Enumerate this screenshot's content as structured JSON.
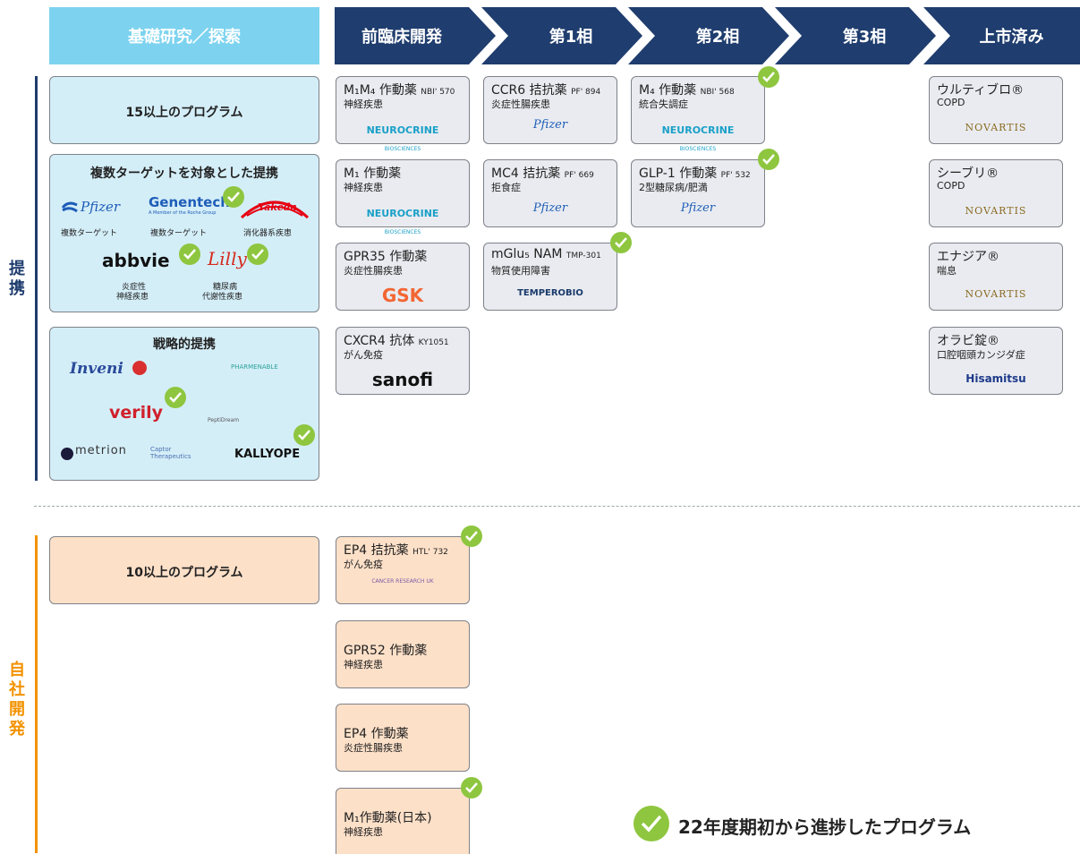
{
  "colors": {
    "navy": "#1f3d6e",
    "light_blue": "#7dd3ef",
    "box_blue": "#d4eef8",
    "box_orange": "#fde0c8",
    "box_grey": "#e9ebf0",
    "check_green": "#8ec63f",
    "orange": "#f39200"
  },
  "header": {
    "basic": "基礎研究／探索",
    "stages": [
      "前臨床開発",
      "第1相",
      "第2相",
      "第3相",
      "上市済み"
    ]
  },
  "side": {
    "partner": "提携",
    "inhouse": "自社開発"
  },
  "partner_boxes": {
    "programs": "15以上のプログラム",
    "multi_title": "複数ターゲットを対象とした提携",
    "multi_logos": {
      "pfizer": "Pfizer",
      "genentech": "Genentech",
      "genentech_sub": "A Member of the Roche Group",
      "takeda": "Takeda",
      "abbvie": "abbvie",
      "lilly": "Lilly"
    },
    "multi_labels": {
      "pfizer": "複数ターゲット",
      "genentech": "複数ターゲット",
      "takeda": "消化器系疾患",
      "abbvie_1": "炎症性",
      "abbvie_2": "神経疾患",
      "lilly_1": "糖尿病",
      "lilly_2": "代謝性疾患"
    },
    "strategic_title": "戦略的提携",
    "strategic_logos": {
      "inveni": "Inveni",
      "pharmenable": "PHARMENABLE",
      "verily": "verily",
      "peptidream": "PeptiDream",
      "metrion": "metrion",
      "captor": "Captor Therapeutics",
      "kallyope": "KALLYOPE"
    }
  },
  "preclinical": [
    {
      "drug": "M₁M₄ 作動薬",
      "code": "NBI' 570",
      "ind": "神経疾患",
      "logo": "NEUROCRINE",
      "logo_sub": "BIOSCIENCES"
    },
    {
      "drug": "M₁ 作動薬",
      "code": "",
      "ind": "神経疾患",
      "logo": "NEUROCRINE",
      "logo_sub": "BIOSCIENCES"
    },
    {
      "drug": "GPR35 作動薬",
      "code": "",
      "ind": "炎症性腸疾患",
      "logo": "GSK"
    },
    {
      "drug": "CXCR4 抗体",
      "code": "KY1051",
      "ind": "がん免疫",
      "logo": "sanofi"
    }
  ],
  "phase1": [
    {
      "drug": "CCR6 拮抗薬",
      "code": "PF' 894",
      "ind": "炎症性腸疾患",
      "logo": "Pfizer"
    },
    {
      "drug": "MC4 拮抗薬",
      "code": "PF' 669",
      "ind": "拒食症",
      "logo": "Pfizer"
    },
    {
      "drug": "mGlu₅ NAM",
      "code": "TMP-301",
      "ind": "物質使用障害",
      "logo": "TEMPEROBIO"
    }
  ],
  "phase2": [
    {
      "drug": "M₄ 作動薬",
      "code": "NBI' 568",
      "ind": "統合失調症",
      "logo": "NEUROCRINE",
      "logo_sub": "BIOSCIENCES"
    },
    {
      "drug": "GLP-1 作動薬",
      "code": "PF' 532",
      "ind": "2型糖尿病/肥満",
      "logo": "Pfizer"
    }
  ],
  "marketed": [
    {
      "drug": "ウルティブロ®",
      "ind": "COPD",
      "logo": "NOVARTIS"
    },
    {
      "drug": "シーブリ®",
      "ind": "COPD",
      "logo": "NOVARTIS"
    },
    {
      "drug": "エナジア®",
      "ind": "喘息",
      "logo": "NOVARTIS"
    },
    {
      "drug": "オラビ錠®",
      "ind": "口腔咽頭カンジダ症",
      "logo": "Hisamitsu"
    }
  ],
  "inhouse": {
    "programs": "10以上のプログラム",
    "items": [
      {
        "drug": "EP4 拮抗薬",
        "code": "HTL' 732",
        "ind": "がん免疫",
        "logo": "CANCER RESEARCH UK"
      },
      {
        "drug": "GPR52 作動薬",
        "ind": "神経疾患"
      },
      {
        "drug": "EP4 作動薬",
        "ind": "炎症性腸疾患"
      },
      {
        "drug": "M₁作動薬(日本)",
        "ind": "神経疾患"
      }
    ]
  },
  "legend": "22年度期初から進捗したプログラム"
}
